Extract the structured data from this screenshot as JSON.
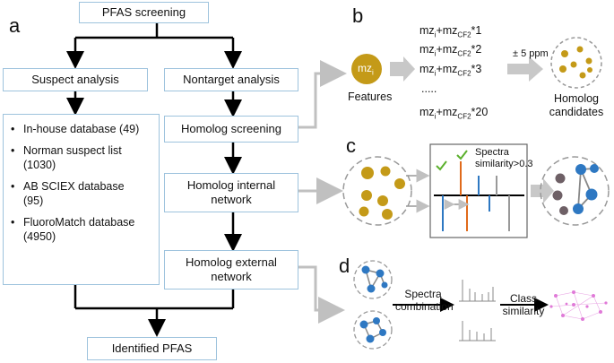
{
  "panels": {
    "a": "a",
    "b": "b",
    "c": "c",
    "d": "d"
  },
  "workflow": {
    "start": "PFAS screening",
    "suspect": "Suspect analysis",
    "nontarget": "Nontarget analysis",
    "homolog_screening": "Homolog screening",
    "internal_network": "Homolog internal network",
    "external_network": "Homolog external network",
    "identified": "Identified PFAS",
    "databases": [
      "In-house database (49)",
      "Norman suspect list (1030)",
      "AB SCIEX database (95)",
      "FluoroMatch database (4950)"
    ]
  },
  "homolog_b": {
    "node_label": "mz",
    "node_sub": "i",
    "features": "Features",
    "formulas": [
      {
        "base": "mz",
        "sub1": "i",
        "plus": "+mz",
        "sub2": "CF2",
        "mult": "*1"
      },
      {
        "base": "mz",
        "sub1": "i",
        "plus": "+mz",
        "sub2": "CF2",
        "mult": "*2"
      },
      {
        "base": "mz",
        "sub1": "i",
        "plus": "+mz",
        "sub2": "CF2",
        "mult": "*3"
      },
      {
        "base": "mz",
        "sub1": "i",
        "plus": "+mz",
        "sub2": "CF2",
        "mult": "*20"
      }
    ],
    "ellipsis": ".....",
    "tolerance": "± 5 ppm",
    "candidates": "Homolog candidates"
  },
  "network_c": {
    "similarity": "Spectra similarity>0.3"
  },
  "network_d": {
    "combination": "Spectra combination",
    "class_similarity": "Class similarity"
  },
  "colors": {
    "box_border": "#9ec3dd",
    "gold": "#c49a18",
    "blue": "#2e78c2",
    "orange": "#e06a1b",
    "grey_arrow": "#c0c0c0",
    "check": "#5bb02c",
    "pink": "#e07ad8"
  }
}
